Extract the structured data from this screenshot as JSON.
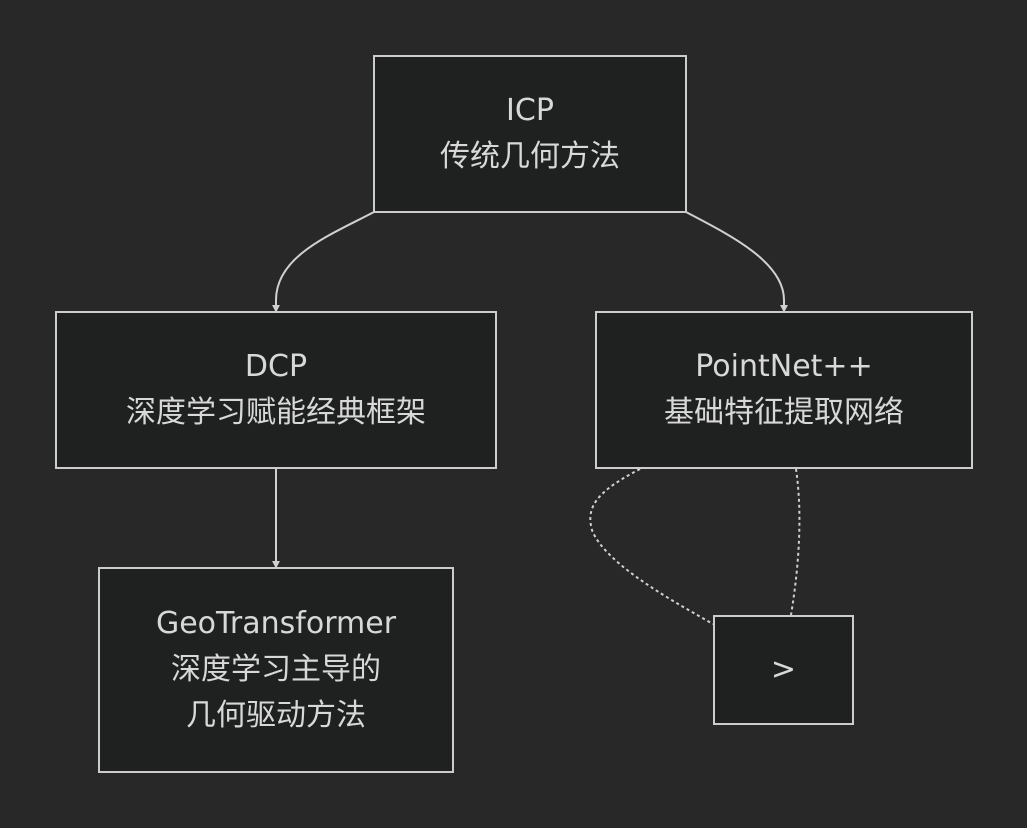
{
  "colors": {
    "background": "#282828",
    "node_fill": "#1f2020",
    "stroke": "#cccccc",
    "text": "#d8d8d8"
  },
  "nodes": {
    "icp": {
      "line1": "ICP",
      "line2": "传统几何方法"
    },
    "dcp": {
      "line1": "DCP",
      "line2": "深度学习赋能经典框架"
    },
    "pointnet": {
      "line1": "PointNet++",
      "line2": "基础特征提取网络"
    },
    "geotransformer": {
      "line1": "GeoTransformer",
      "line2": "深度学习主导的",
      "line3": "几何驱动方法"
    },
    "gt_node": {
      "line1": ">"
    }
  },
  "edges": [
    {
      "from": "ICP",
      "to": "DCP",
      "style": "solid-arrow"
    },
    {
      "from": "ICP",
      "to": "PointNet++",
      "style": "solid-arrow"
    },
    {
      "from": "DCP",
      "to": "GeoTransformer",
      "style": "solid-arrow"
    },
    {
      "from": "PointNet++",
      "to": ">",
      "style": "dotted-link"
    }
  ]
}
